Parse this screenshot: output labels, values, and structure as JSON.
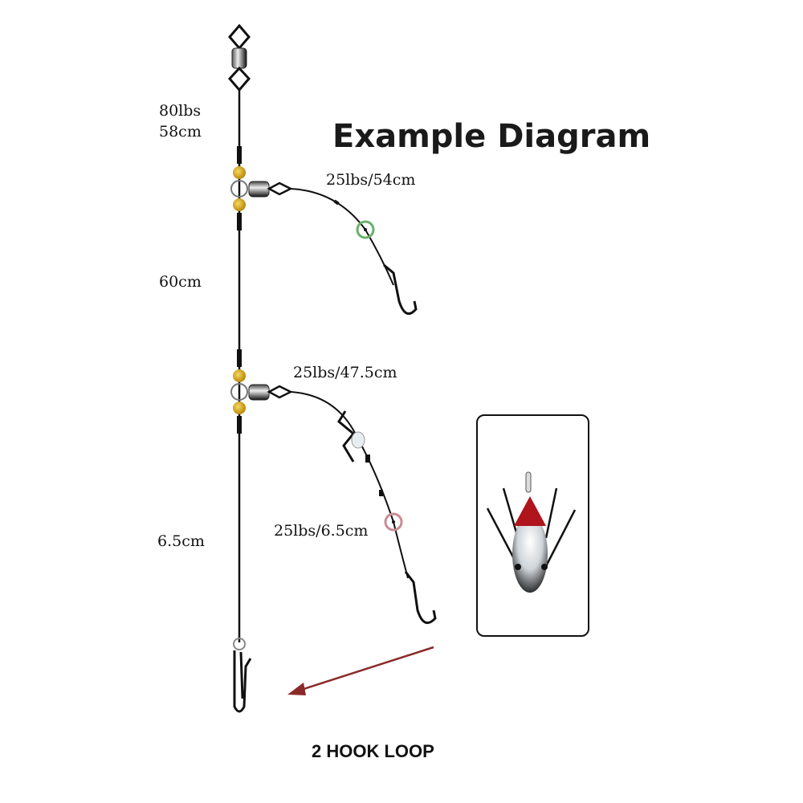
{
  "title": "Example Diagram",
  "labels": {
    "main_top": [
      "80lbs",
      "58cm"
    ],
    "middle": "60cm",
    "bottom": "6.5cm",
    "branch1": "25lbs/54cm",
    "branch2": "25lbs/47.5cm",
    "branch2_lower": "25lbs/6.5cm"
  },
  "caption": "2 HOOK LOOP",
  "colors": {
    "bead": "#d9a916",
    "ring_green": "#6ab06a",
    "ring_pink": "#c98b94",
    "arrow": "#8b2a2a",
    "lure_head": "#b0141c"
  }
}
